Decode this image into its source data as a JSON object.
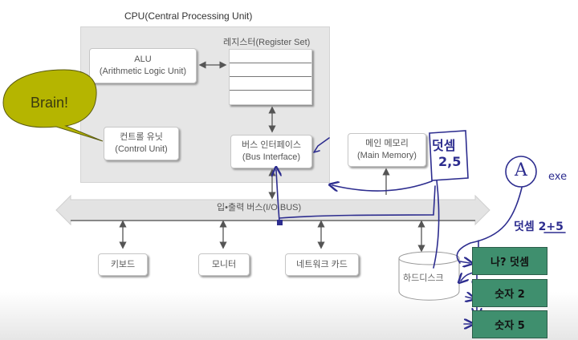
{
  "cpu": {
    "title": "CPU(Central Processing Unit)",
    "alu": {
      "name": "ALU",
      "full": "(Arithmetic Logic Unit)"
    },
    "register": {
      "title": "레지스터(Register Set)",
      "rows": 4
    },
    "control_unit": {
      "name": "컨트롤 유닛",
      "full": "(Control Unit)"
    },
    "bus_interface": {
      "name": "버스 인터페이스",
      "full": "(Bus Interface)"
    }
  },
  "callout": {
    "text": "Brain!",
    "color": "#b5b500"
  },
  "main_memory": {
    "name": "메인 메모리",
    "full": "(Main Memory)"
  },
  "io_bus": {
    "label": "입•출력 버스(I/O  BUS)"
  },
  "devices": [
    {
      "label": "키보드"
    },
    {
      "label": "모니터"
    },
    {
      "label": "네트워크 카드"
    }
  ],
  "hard_disk": {
    "label": "하드디스크"
  },
  "program_blocks": [
    {
      "label": "나? 덧셈"
    },
    {
      "label": "숫자 2"
    },
    {
      "label": "숫자 5"
    }
  ],
  "annotations": {
    "memory_note_line1": "덧셈",
    "memory_note_line2": "2,5",
    "program_circle": "A",
    "program_ext": "exe",
    "program_note": "덧셈 2+5",
    "ink_color": "#2d2d8f",
    "block_color": "#3f8f6e"
  }
}
